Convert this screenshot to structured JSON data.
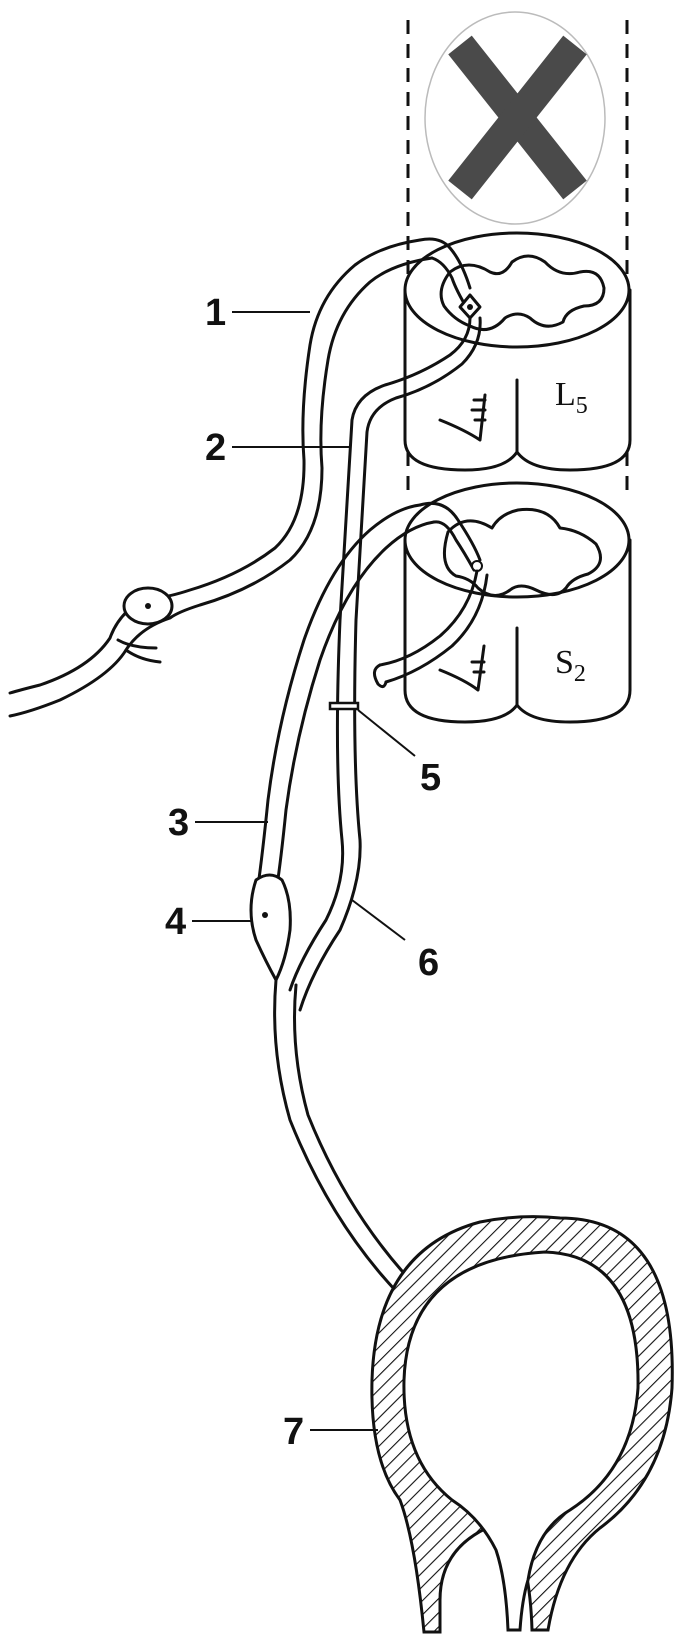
{
  "diagram": {
    "segments": [
      {
        "letter": "L",
        "sub": "5"
      },
      {
        "letter": "S",
        "sub": "2"
      }
    ],
    "labels": [
      "1",
      "2",
      "3",
      "4",
      "5",
      "6",
      "7"
    ],
    "lesion_icon": "x-mark-icon",
    "colors": {
      "line": "#111111",
      "lesion_mark": "#4a4a4a",
      "lesion_circle": "#bbbbbb",
      "background": "#ffffff"
    }
  }
}
